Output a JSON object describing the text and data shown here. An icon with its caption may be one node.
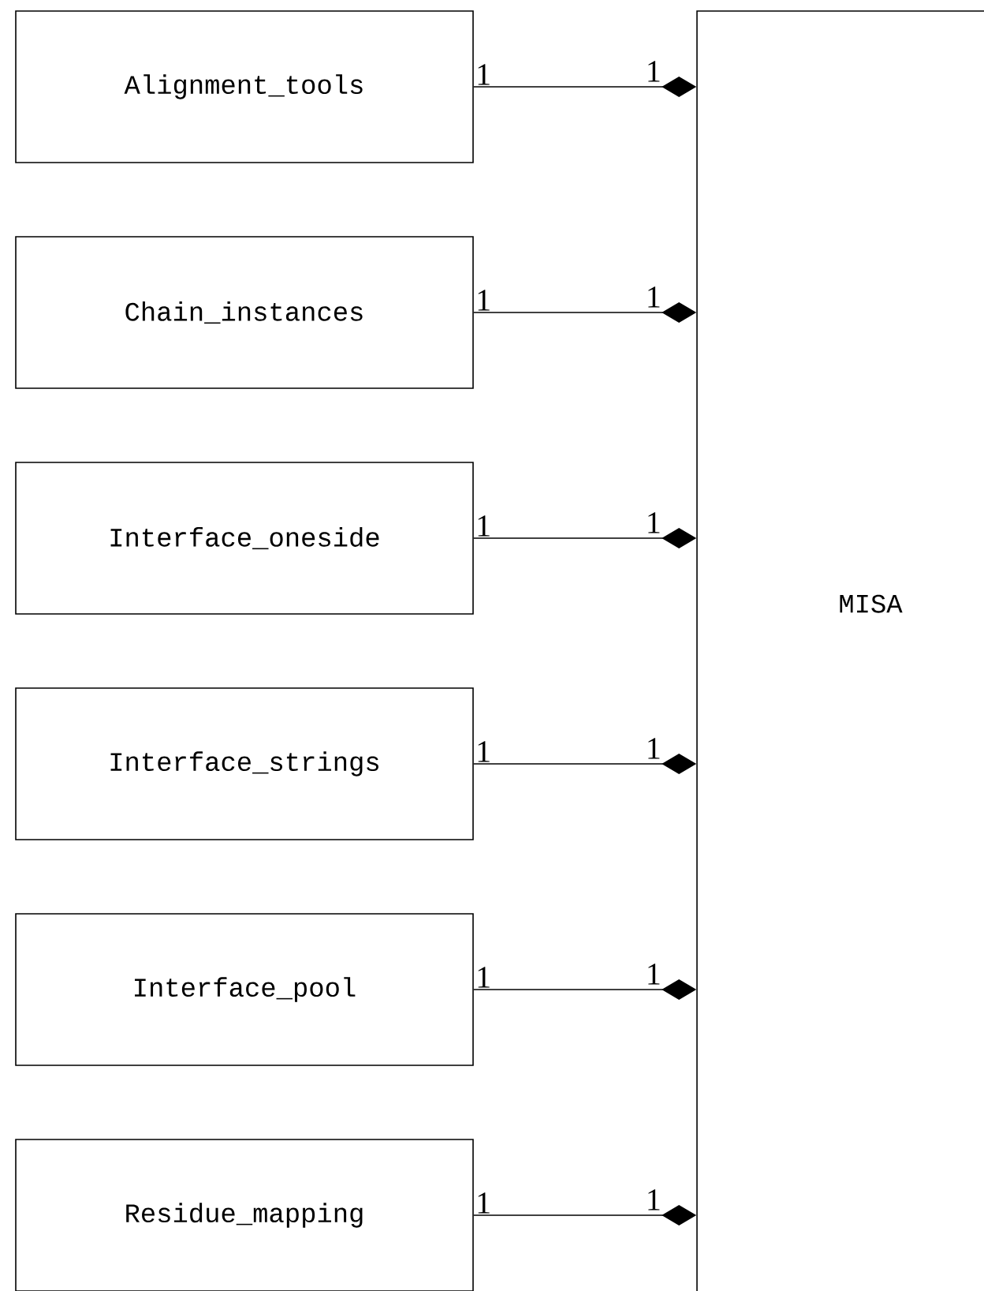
{
  "diagram": {
    "nodes": [
      {
        "text": [
          "Alignment_tools"
        ]
      },
      {
        "text": [
          "Chain_instances"
        ]
      },
      {
        "text": [
          "Interface_oneside"
        ]
      },
      {
        "text": [
          "Interface_strings"
        ]
      },
      {
        "text": [
          "Interface_pool"
        ]
      },
      {
        "text": [
          "Residue_mapping"
        ]
      },
      {
        "text": [
          "MISA"
        ]
      }
    ],
    "edges": [
      {
        "from": 0,
        "to": 6,
        "arrow": "other"
      },
      {
        "from": 1,
        "to": 6,
        "arrow": "other"
      },
      {
        "from": 2,
        "to": 6,
        "arrow": "other"
      },
      {
        "from": 3,
        "to": 6,
        "arrow": "other"
      },
      {
        "from": 4,
        "to": 6,
        "arrow": "other"
      },
      {
        "from": 5,
        "to": 6,
        "arrow": "other"
      }
    ],
    "labels": [
      "1",
      "1",
      "1",
      "1",
      "1",
      "1",
      "1",
      "1",
      "1",
      "1",
      "1",
      "1"
    ]
  }
}
